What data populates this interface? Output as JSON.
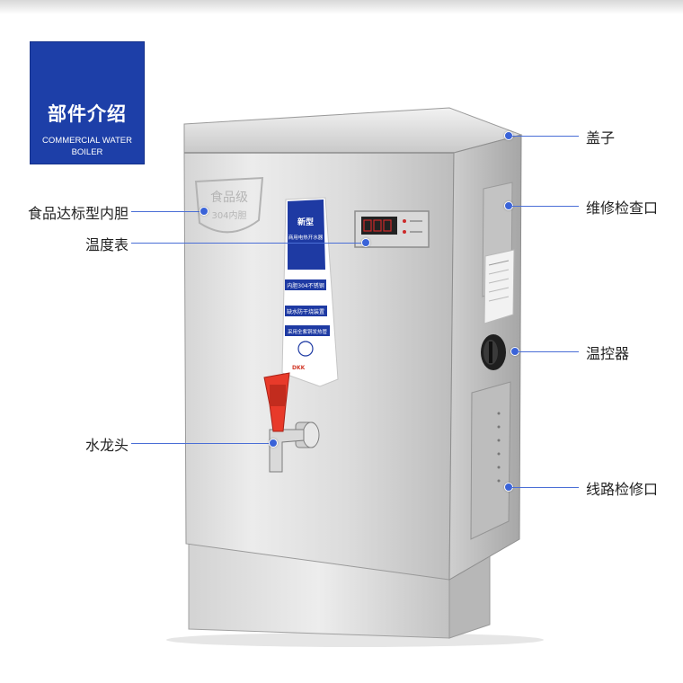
{
  "badge": {
    "title": "部件介绍",
    "subtitle_line1": "COMMERCIAL WATER",
    "subtitle_line2": "BOILER"
  },
  "product_panel": {
    "seal_text": "食品级",
    "seal_sub": "304内胆",
    "sticker_title": "新型",
    "sticker_line1": "商用电热开水器",
    "sticker_line2": "内胆304不锈钢",
    "sticker_line3": "缺水防干烧装置",
    "sticker_line4": "采用全紫铜发热管",
    "sticker_brand": "DKK"
  },
  "callouts_left": [
    {
      "id": "liner",
      "label": "食品达标型内胆"
    },
    {
      "id": "thermometer",
      "label": "温度表"
    },
    {
      "id": "faucet",
      "label": "水龙头"
    }
  ],
  "callouts_right": [
    {
      "id": "lid",
      "label": "盖子"
    },
    {
      "id": "service_hatch",
      "label": "维修检查口"
    },
    {
      "id": "thermostat",
      "label": "温控器"
    },
    {
      "id": "wiring_hatch",
      "label": "线路检修口"
    }
  ],
  "colors": {
    "accent": "#1d3fa8",
    "callout_line": "#4a6ed6",
    "steel_light": "#e3e3e3",
    "steel_dark": "#a9a9a9",
    "faucet_red": "#e83a2a"
  }
}
